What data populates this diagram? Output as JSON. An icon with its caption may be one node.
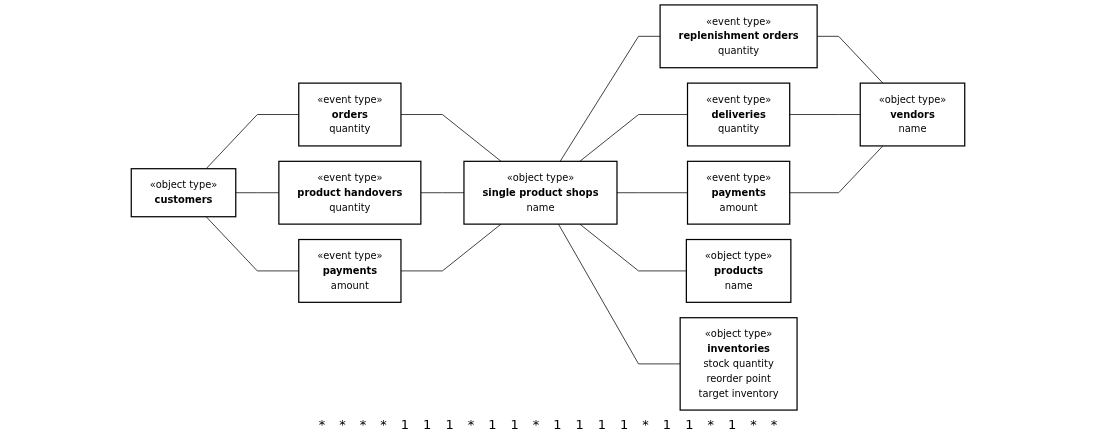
{
  "diagram": {
    "nodes": [
      {
        "text": [
          "«event type»",
          "orders",
          "quantity"
        ]
      },
      {
        "text": [
          "«event type»",
          "replenishment orders",
          "quantity"
        ]
      },
      {
        "text": [
          "«object type»",
          "customers"
        ]
      },
      {
        "text": [
          "«event type»",
          "product handovers",
          "quantity"
        ]
      },
      {
        "text": [
          "«object type»",
          "single product shops",
          "name"
        ]
      },
      {
        "text": [
          "«event type»",
          "deliveries",
          "quantity"
        ]
      },
      {
        "text": [
          "«object type»",
          "vendors",
          "name"
        ]
      },
      {
        "text": [
          "«event type»",
          "payments",
          "amount"
        ]
      },
      {
        "text": [
          "«event type»",
          "payments",
          "amount"
        ]
      },
      {
        "text": [
          "«object type»",
          "products",
          "name"
        ]
      },
      {
        "text": [
          "«object type»",
          "inventories",
          "stock quantity",
          "reorder point",
          "target inventory"
        ]
      }
    ],
    "edges": [
      {
        "from": 2,
        "to": 0,
        "arrow": "none"
      },
      {
        "from": 2,
        "to": 3,
        "arrow": "none"
      },
      {
        "from": 2,
        "to": 7,
        "arrow": "none"
      },
      {
        "from": 0,
        "to": 4,
        "arrow": "none"
      },
      {
        "from": 3,
        "to": 4,
        "arrow": "none"
      },
      {
        "from": 7,
        "to": 4,
        "arrow": "none"
      },
      {
        "from": 4,
        "to": 1,
        "arrow": "none"
      },
      {
        "from": 4,
        "to": 5,
        "arrow": "none"
      },
      {
        "from": 4,
        "to": 8,
        "arrow": "none"
      },
      {
        "from": 1,
        "to": 6,
        "arrow": "none"
      },
      {
        "from": 5,
        "to": 6,
        "arrow": "none"
      },
      {
        "from": 8,
        "to": 6,
        "arrow": "none"
      },
      {
        "from": 4,
        "to": 9,
        "arrow": "none"
      },
      {
        "from": 4,
        "to": 10,
        "arrow": "none"
      }
    ],
    "labels": [
      "*",
      "*",
      "*",
      "*",
      "1",
      "1",
      "1",
      "*",
      "1",
      "1",
      "*",
      "1",
      "1",
      "1",
      "1",
      "*",
      "1",
      "1",
      "*",
      "1",
      "*",
      "*"
    ]
  }
}
